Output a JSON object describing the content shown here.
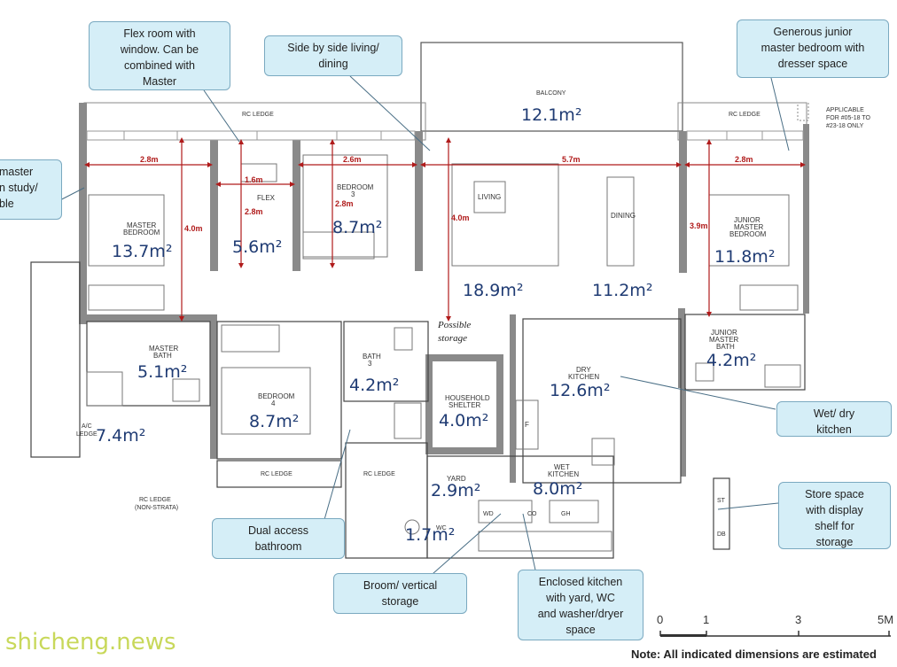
{
  "plan": {
    "labels": {
      "balcony": "BALCONY",
      "rc_ledge_top_left": "RC LEDGE",
      "rc_ledge_top_right": "RC LEDGE",
      "applicable": "APPLICABLE",
      "applicable_2": "FOR #05-18 TO",
      "applicable_3": "#23-18 ONLY",
      "flex": "FLEX",
      "bedroom3_a": "BEDROOM",
      "bedroom3_b": "3",
      "living": "LIVING",
      "dining": "DINING",
      "master_a": "MASTER",
      "master_b": "BEDROOM",
      "jmb_a": "JUNIOR",
      "jmb_b": "MASTER",
      "jmb_c": "BEDROOM",
      "mbath_a": "MASTER",
      "mbath_b": "BATH",
      "bedroom4_a": "BEDROOM",
      "bedroom4_b": "4",
      "bath3_a": "BATH",
      "bath3_b": "3",
      "shelter_a": "HOUSEHOLD",
      "shelter_b": "SHELTER",
      "dry_a": "DRY",
      "dry_b": "KITCHEN",
      "jmbath_a": "JUNIOR",
      "jmbath_b": "MASTER",
      "jmbath_c": "BATH",
      "ac_a": "A/C",
      "ac_b": "LEDGE",
      "rc_ledge_bottom": "RC LEDGE",
      "rc_ledge_bottom2": "RC LEDGE",
      "rc_ns_a": "RC LEDGE",
      "rc_ns_b": "(NON-STRATA)",
      "yard": "YARD",
      "wet_a": "WET",
      "wet_b": "KITCHEN",
      "wc": "WC",
      "wd": "WD",
      "co": "CO",
      "gh": "GH",
      "st": "ST",
      "db": "DB",
      "f": "F",
      "possible_a": "Possible",
      "possible_b": "storage"
    },
    "areas": {
      "balcony": "12.1m²",
      "master": "13.7m²",
      "flex": "5.6m²",
      "bedroom3": "8.7m²",
      "living": "18.9m²",
      "dining": "11.2m²",
      "jmb": "11.8m²",
      "mbath": "5.1m²",
      "bedroom4": "8.7m²",
      "bath3": "4.2m²",
      "shelter": "4.0m²",
      "dry": "12.6m²",
      "jmbath": "4.2m²",
      "ac": "7.4m²",
      "yard": "2.9m²",
      "wet": "8.0m²",
      "wc": "1.7m²"
    },
    "dims": {
      "master_w": "2.8m",
      "flex_w": "1.6m",
      "flex_h": "2.8m",
      "bedroom3_w": "2.6m",
      "bedroom3_h": "2.8m",
      "living_dining_w": "5.7m",
      "jmb_w": "2.8m",
      "master_h": "4.0m",
      "living_h": "4.0m",
      "jmb_h": "3.9m"
    }
  },
  "callouts": {
    "flex_room": "Flex room with\nwindow. Can be\ncombined with\nMaster",
    "side_by_side": "Side by side living/\ndining",
    "junior_master": "Generous junior\nmaster bedroom with\ndresser space",
    "master_study": "master\nn study/\nble",
    "wet_dry": "Wet/ dry\nkitchen",
    "store_space": "Store space\nwith display\nshelf for\nstorage",
    "dual_access": "Dual access\nbathroom",
    "broom": "Broom/ vertical\nstorage",
    "enclosed_kitchen": "Enclosed kitchen\nwith yard, WC\nand washer/dryer\nspace"
  },
  "scale": {
    "ticks": [
      "0",
      "1",
      "3",
      "5M"
    ]
  },
  "note": "Note: All indicated dimensions are estimated",
  "watermark": "shicheng.news",
  "colors": {
    "callout_fill": "#d5eef7",
    "area_text": "#1f3b73",
    "dimension": "#b01b1b",
    "wall": "#7a7a7a"
  }
}
